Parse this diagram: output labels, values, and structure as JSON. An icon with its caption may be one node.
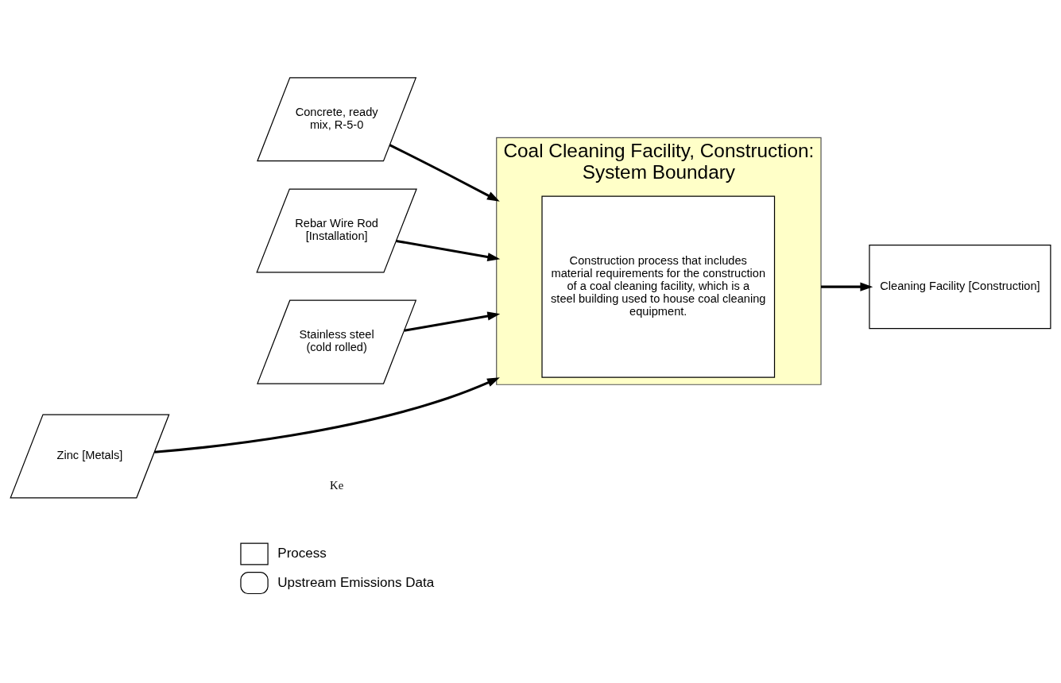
{
  "diagram": {
    "nodes": [
      {
        "text": [
          "Concrete, ready mix, R-5-0"
        ]
      },
      {
        "text": [
          "Rebar Wire Rod [Installation]"
        ]
      },
      {
        "text": [
          "Stainless steel (cold rolled)"
        ]
      },
      {
        "text": [
          "Zinc [Metals]"
        ]
      },
      {
        "text": [
          "Coal Cleaning Facility, Construction: System Boundary"
        ]
      },
      {
        "text": [
          "Construction process that includes material requirements for the construction of a coal cleaning facility, which is a steel building used to house coal cleaning equipment."
        ],
        "in": 4
      },
      {
        "text": [
          "Cleaning Facility [Construction]"
        ]
      }
    ],
    "edges": [
      {
        "from": 0,
        "to": 4,
        "arrow": "to"
      },
      {
        "from": 1,
        "to": 4,
        "arrow": "to"
      },
      {
        "from": 2,
        "to": 4,
        "arrow": "to"
      },
      {
        "from": 3,
        "to": 4,
        "arrow": "to"
      },
      {
        "from": 4,
        "to": 6,
        "arrow": "to"
      }
    ],
    "labels": [
      "Ke"
    ],
    "legend": [
      {
        "text": "Process"
      },
      {
        "text": "Upstream Emissions Data"
      }
    ]
  }
}
